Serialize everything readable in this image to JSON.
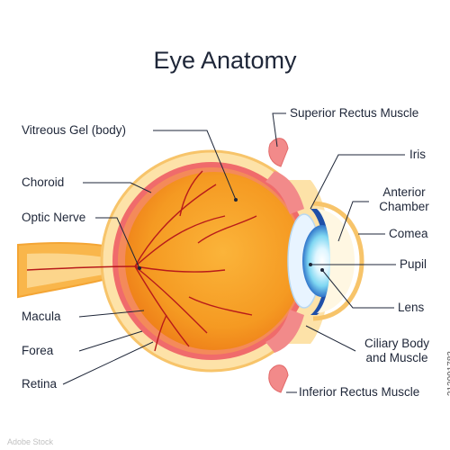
{
  "diagram": {
    "title": "Eye Anatomy",
    "labels": {
      "vitreous_gel": "Vitreous Gel (body)",
      "choroid": "Choroid",
      "optic_nerve": "Optic Nerve",
      "macula": "Macula",
      "forea": "Forea",
      "retina": "Retina",
      "superior_rectus": "Superior Rectus Muscle",
      "iris": "Iris",
      "anterior_chamber": "Anterior Chamber",
      "comea": "Comea",
      "pupil": "Pupil",
      "lens": "Lens",
      "ciliary_body": "Ciliary Body and Muscle",
      "inferior_rectus": "Inferior Rectus Muscle"
    }
  },
  "watermark": {
    "image_id": "213991783",
    "stock_mark": "Adobe Stock"
  },
  "colors": {
    "sclera_outer": "#fde2a8",
    "sclera_inner": "#f7c46a",
    "vitreous": "#f39a22",
    "vessels": "#b81a1a",
    "retina_band": "#f06b6b",
    "iris": "#1f4fa8",
    "pupil_glow": "#7fd7f2",
    "muscle": "#f28a8a",
    "leader_lines": "#1e2638"
  }
}
